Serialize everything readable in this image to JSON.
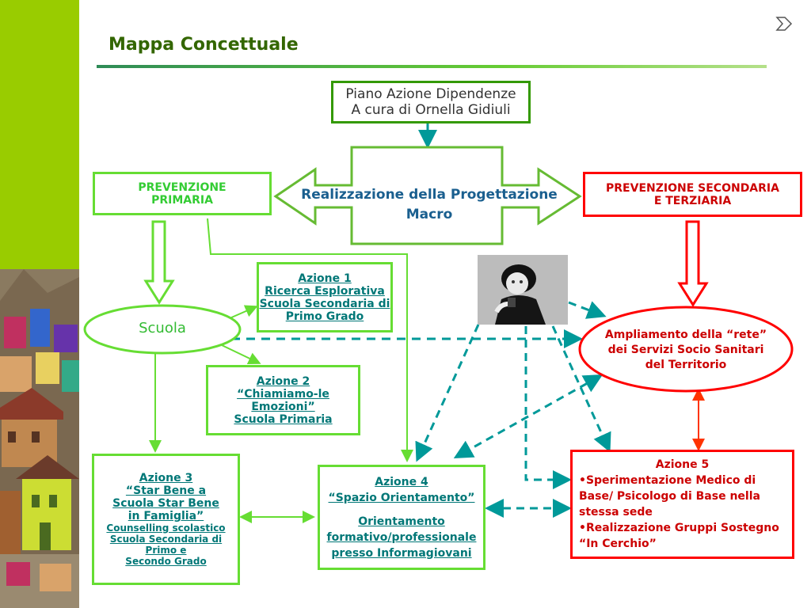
{
  "title": "Mappa Concettuale",
  "icons": {
    "next": "next-slide-icon"
  },
  "colors": {
    "sidebar": "#99cc00",
    "title": "#336600",
    "green_border": "#66dd33",
    "green_text": "#009900",
    "red": "#ff0000",
    "teal": "#009999"
  },
  "nodes": {
    "pad": {
      "line1": "Piano Azione Dipendenze",
      "line2": "A cura di Ornella Gidiuli"
    },
    "macro": {
      "line1": "Realizzazione della Progettazione",
      "line2": "Macro"
    },
    "prevenzione_primaria": {
      "line1": "PREVENZIONE",
      "line2": "PRIMARIA"
    },
    "prevenzione_secondaria": {
      "line1": "PREVENZIONE SECONDARIA",
      "line2": "E TERZIARIA"
    },
    "scuola": {
      "label": "Scuola"
    },
    "azione1": {
      "line1": "Azione 1",
      "line2": "Ricerca Esplorativa",
      "line3": "Scuola Secondaria di",
      "line4": "Primo Grado"
    },
    "azione2": {
      "line1": "Azione 2",
      "line2": "“Chiamiamo-le",
      "line3": "Emozioni”",
      "line4": "Scuola Primaria"
    },
    "azione3": {
      "line1": "Azione 3",
      "line2": "“Star Bene a",
      "line3": "Scuola Star Bene",
      "line4": "in Famiglia”",
      "line5": "Counselling scolastico",
      "line6": "Scuola Secondaria di",
      "line7": "Primo e",
      "line8": "Secondo Grado"
    },
    "azione4": {
      "line1": "Azione 4",
      "line2": "“Spazio Orientamento”",
      "line3": "Orientamento",
      "line4": "formativo/professionale",
      "line5": "presso Informagiovani"
    },
    "rete": {
      "line1": "Ampliamento della “rete”",
      "line2": "dei Servizi Socio Sanitari",
      "line3": "del Territorio"
    },
    "azione5": {
      "line1": "Azione 5",
      "line2": "•Sperimentazione Medico di",
      "line3": "Base/ Psicologo di Base nella",
      "line4": "stessa sede",
      "line5": "•Realizzazione Gruppi Sostegno",
      "line6": "“In Cerchio”"
    }
  }
}
